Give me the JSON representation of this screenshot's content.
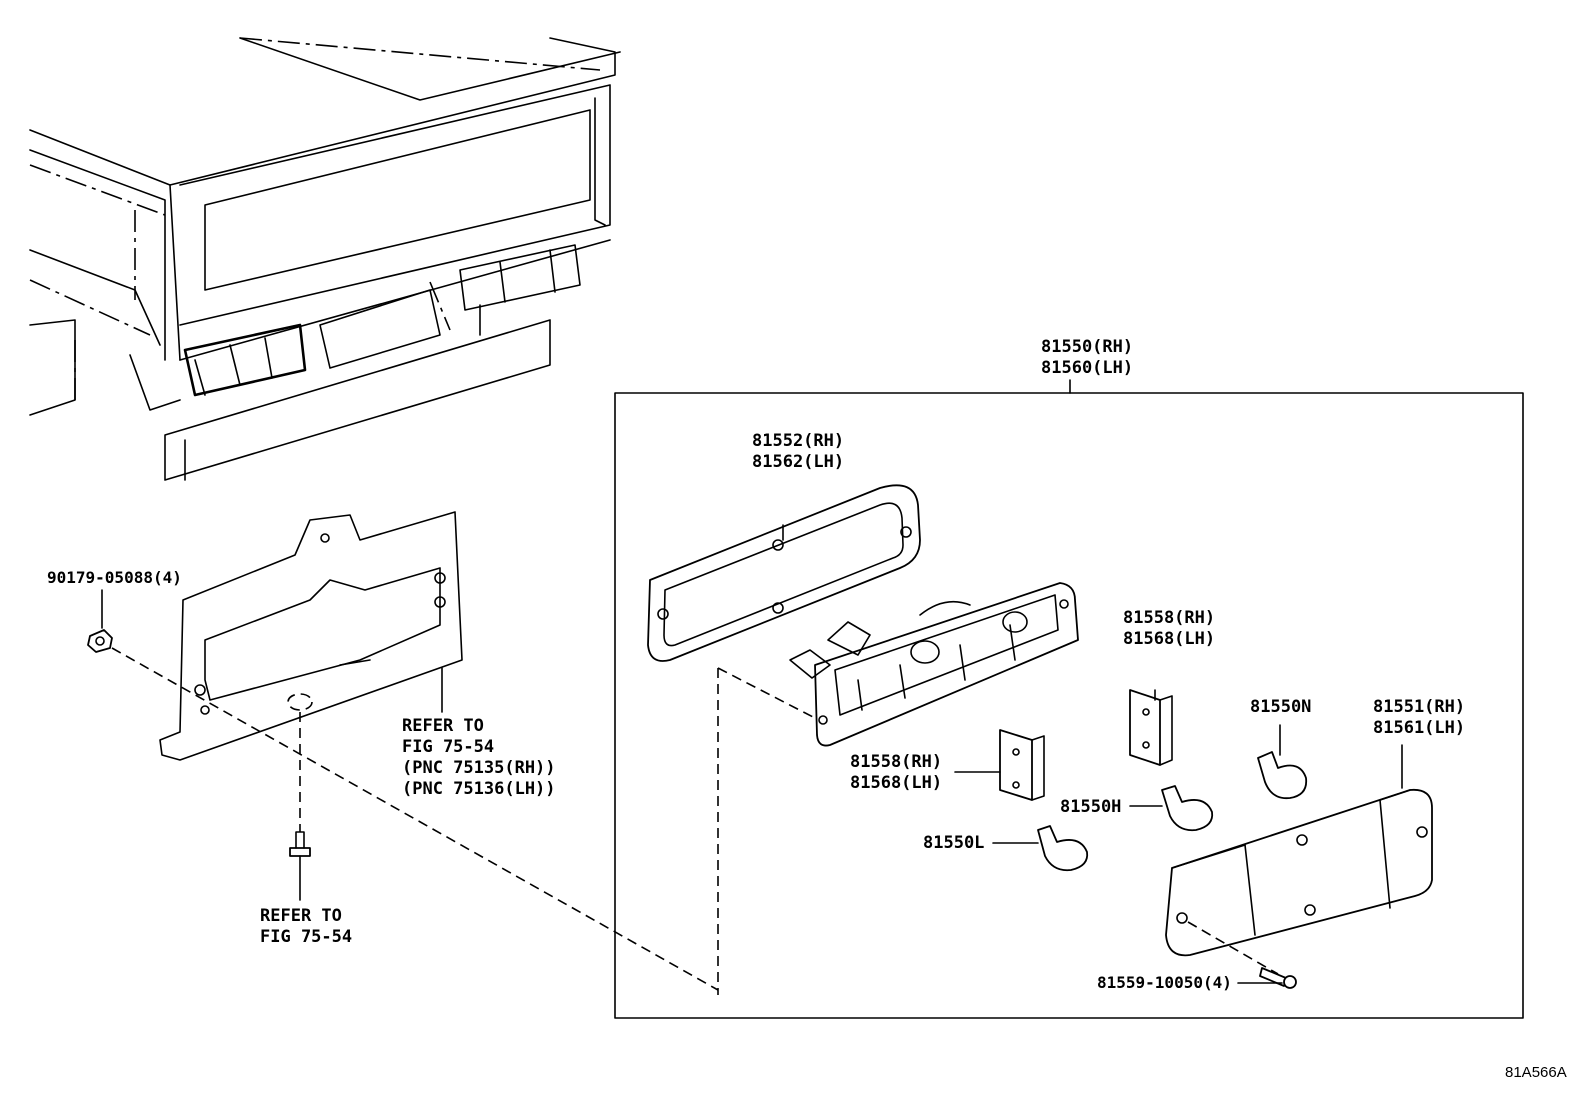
{
  "labels": {
    "assembly_rh": "81550(RH)",
    "assembly_lh": "81560(LH)",
    "gasket_rh": "81552(RH)",
    "gasket_lh": "81562(LH)",
    "socket_upper_rh": "81558(RH)",
    "socket_upper_lh": "81568(LH)",
    "socket_lower_rh": "81558(RH)",
    "socket_lower_lh": "81568(LH)",
    "bulb_n": "81550N",
    "bulb_h": "81550H",
    "bulb_l": "81550L",
    "lens_rh": "81551(RH)",
    "lens_lh": "81561(LH)",
    "lens_screw": "81559-10050(4)",
    "nut": "90179-05088(4)",
    "refer_bracket_1": "REFER TO",
    "refer_bracket_2": "FIG 75-54",
    "refer_bracket_3": "(PNC 75135(RH))",
    "refer_bracket_4": "(PNC 75136(LH))",
    "refer_bolt_1": "REFER TO",
    "refer_bolt_2": "FIG 75-54",
    "figure_code": "81A566A"
  }
}
